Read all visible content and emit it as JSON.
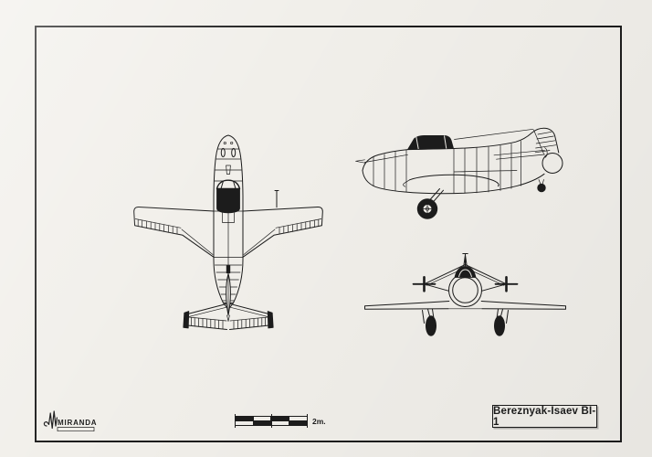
{
  "page": {
    "paper_color": "#f1efea",
    "ink_color": "#1c1c1c"
  },
  "title_block": {
    "label": "Bereznyak-Isaev BI-1"
  },
  "logo": {
    "text": "MIRANDA"
  },
  "scale_bar": {
    "label": "2m."
  }
}
